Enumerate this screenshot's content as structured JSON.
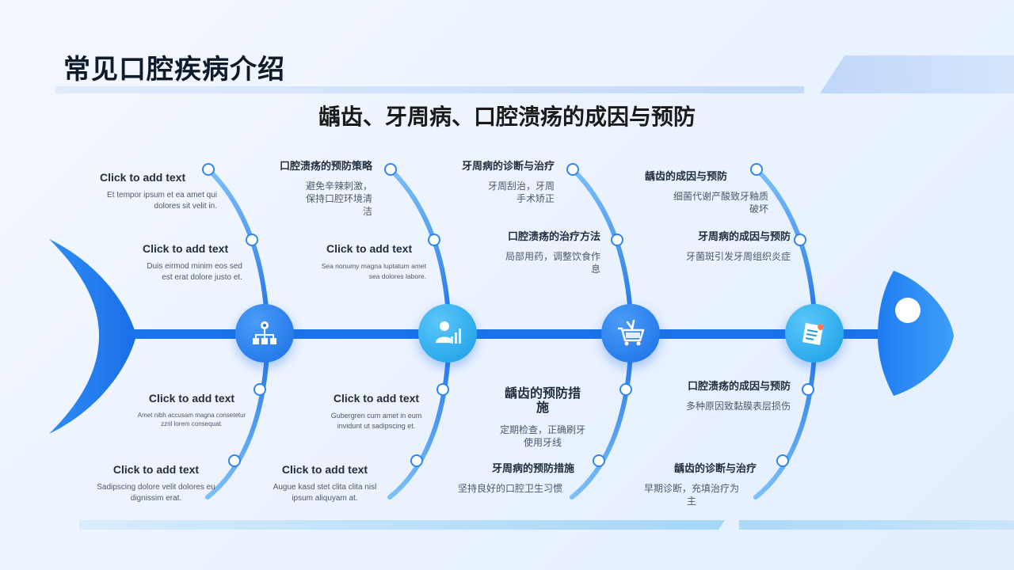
{
  "title": "常见口腔疾病介绍",
  "subtitle": "龋齿、牙周病、口腔溃疡的成因与预防",
  "diagram": {
    "type": "fishbone",
    "nodes": [
      {
        "name": "hierarchy-icon",
        "color": "#1f6fe8"
      },
      {
        "name": "person-chart-icon",
        "color": "#1aa7ec"
      },
      {
        "name": "shopping-cart-icon",
        "color": "#1f6fe8"
      },
      {
        "name": "note-icon",
        "color": "#1aa7ec"
      }
    ],
    "branches": [
      {
        "title": "Click to add text",
        "desc": "Et tempor ipsum et ea amet qui dolores sit velit in."
      },
      {
        "title": "Click to add text",
        "desc": "Duis eirmod minim eos sed est erat dolore justo et."
      },
      {
        "title": "Click to add text",
        "desc": "Amet nibh accusam magna consetetur zzril lorem consequat."
      },
      {
        "title": "Click to add text",
        "desc": "Sadipscing dolore velit dolores eu dignissim erat."
      },
      {
        "title": "口腔溃疡的预防策略",
        "desc": "避免辛辣刺激，保持口腔环境清洁"
      },
      {
        "title": "Click to add text",
        "desc": "Sea nonumy magna luptatum amet sea dolores labore."
      },
      {
        "title": "Click to add text",
        "desc": "Gubergren cum amet in eum invidunt ut sadipscing et."
      },
      {
        "title": "Click to add text",
        "desc": "Augue kasd stet clita clita nisl ipsum aliquyam at."
      },
      {
        "title": "牙周病的诊断与治疗",
        "desc": "牙周刮治，牙周手术矫正"
      },
      {
        "title": "口腔溃疡的治疗方法",
        "desc": "局部用药，调整饮食作息"
      },
      {
        "title": "龋齿的预防措施",
        "desc": "定期检查，正确刷牙使用牙线"
      },
      {
        "title": "牙周病的预防措施",
        "desc": "坚持良好的口腔卫生习惯"
      },
      {
        "title": "龋齿的成因与预防",
        "desc": "细菌代谢产酸致牙釉质破坏"
      },
      {
        "title": "牙周病的成因与预防",
        "desc": "牙菌斑引发牙周组织炎症"
      },
      {
        "title": "口腔溃疡的成因与预防",
        "desc": "多种原因致黏膜表层损伤"
      },
      {
        "title": "龋齿的诊断与治疗",
        "desc": "早期诊断，充填治疗为主"
      }
    ]
  },
  "colors": {
    "primary": "#1f6fe8",
    "secondary": "#1aa7ec",
    "text": "#1f2d3d"
  }
}
